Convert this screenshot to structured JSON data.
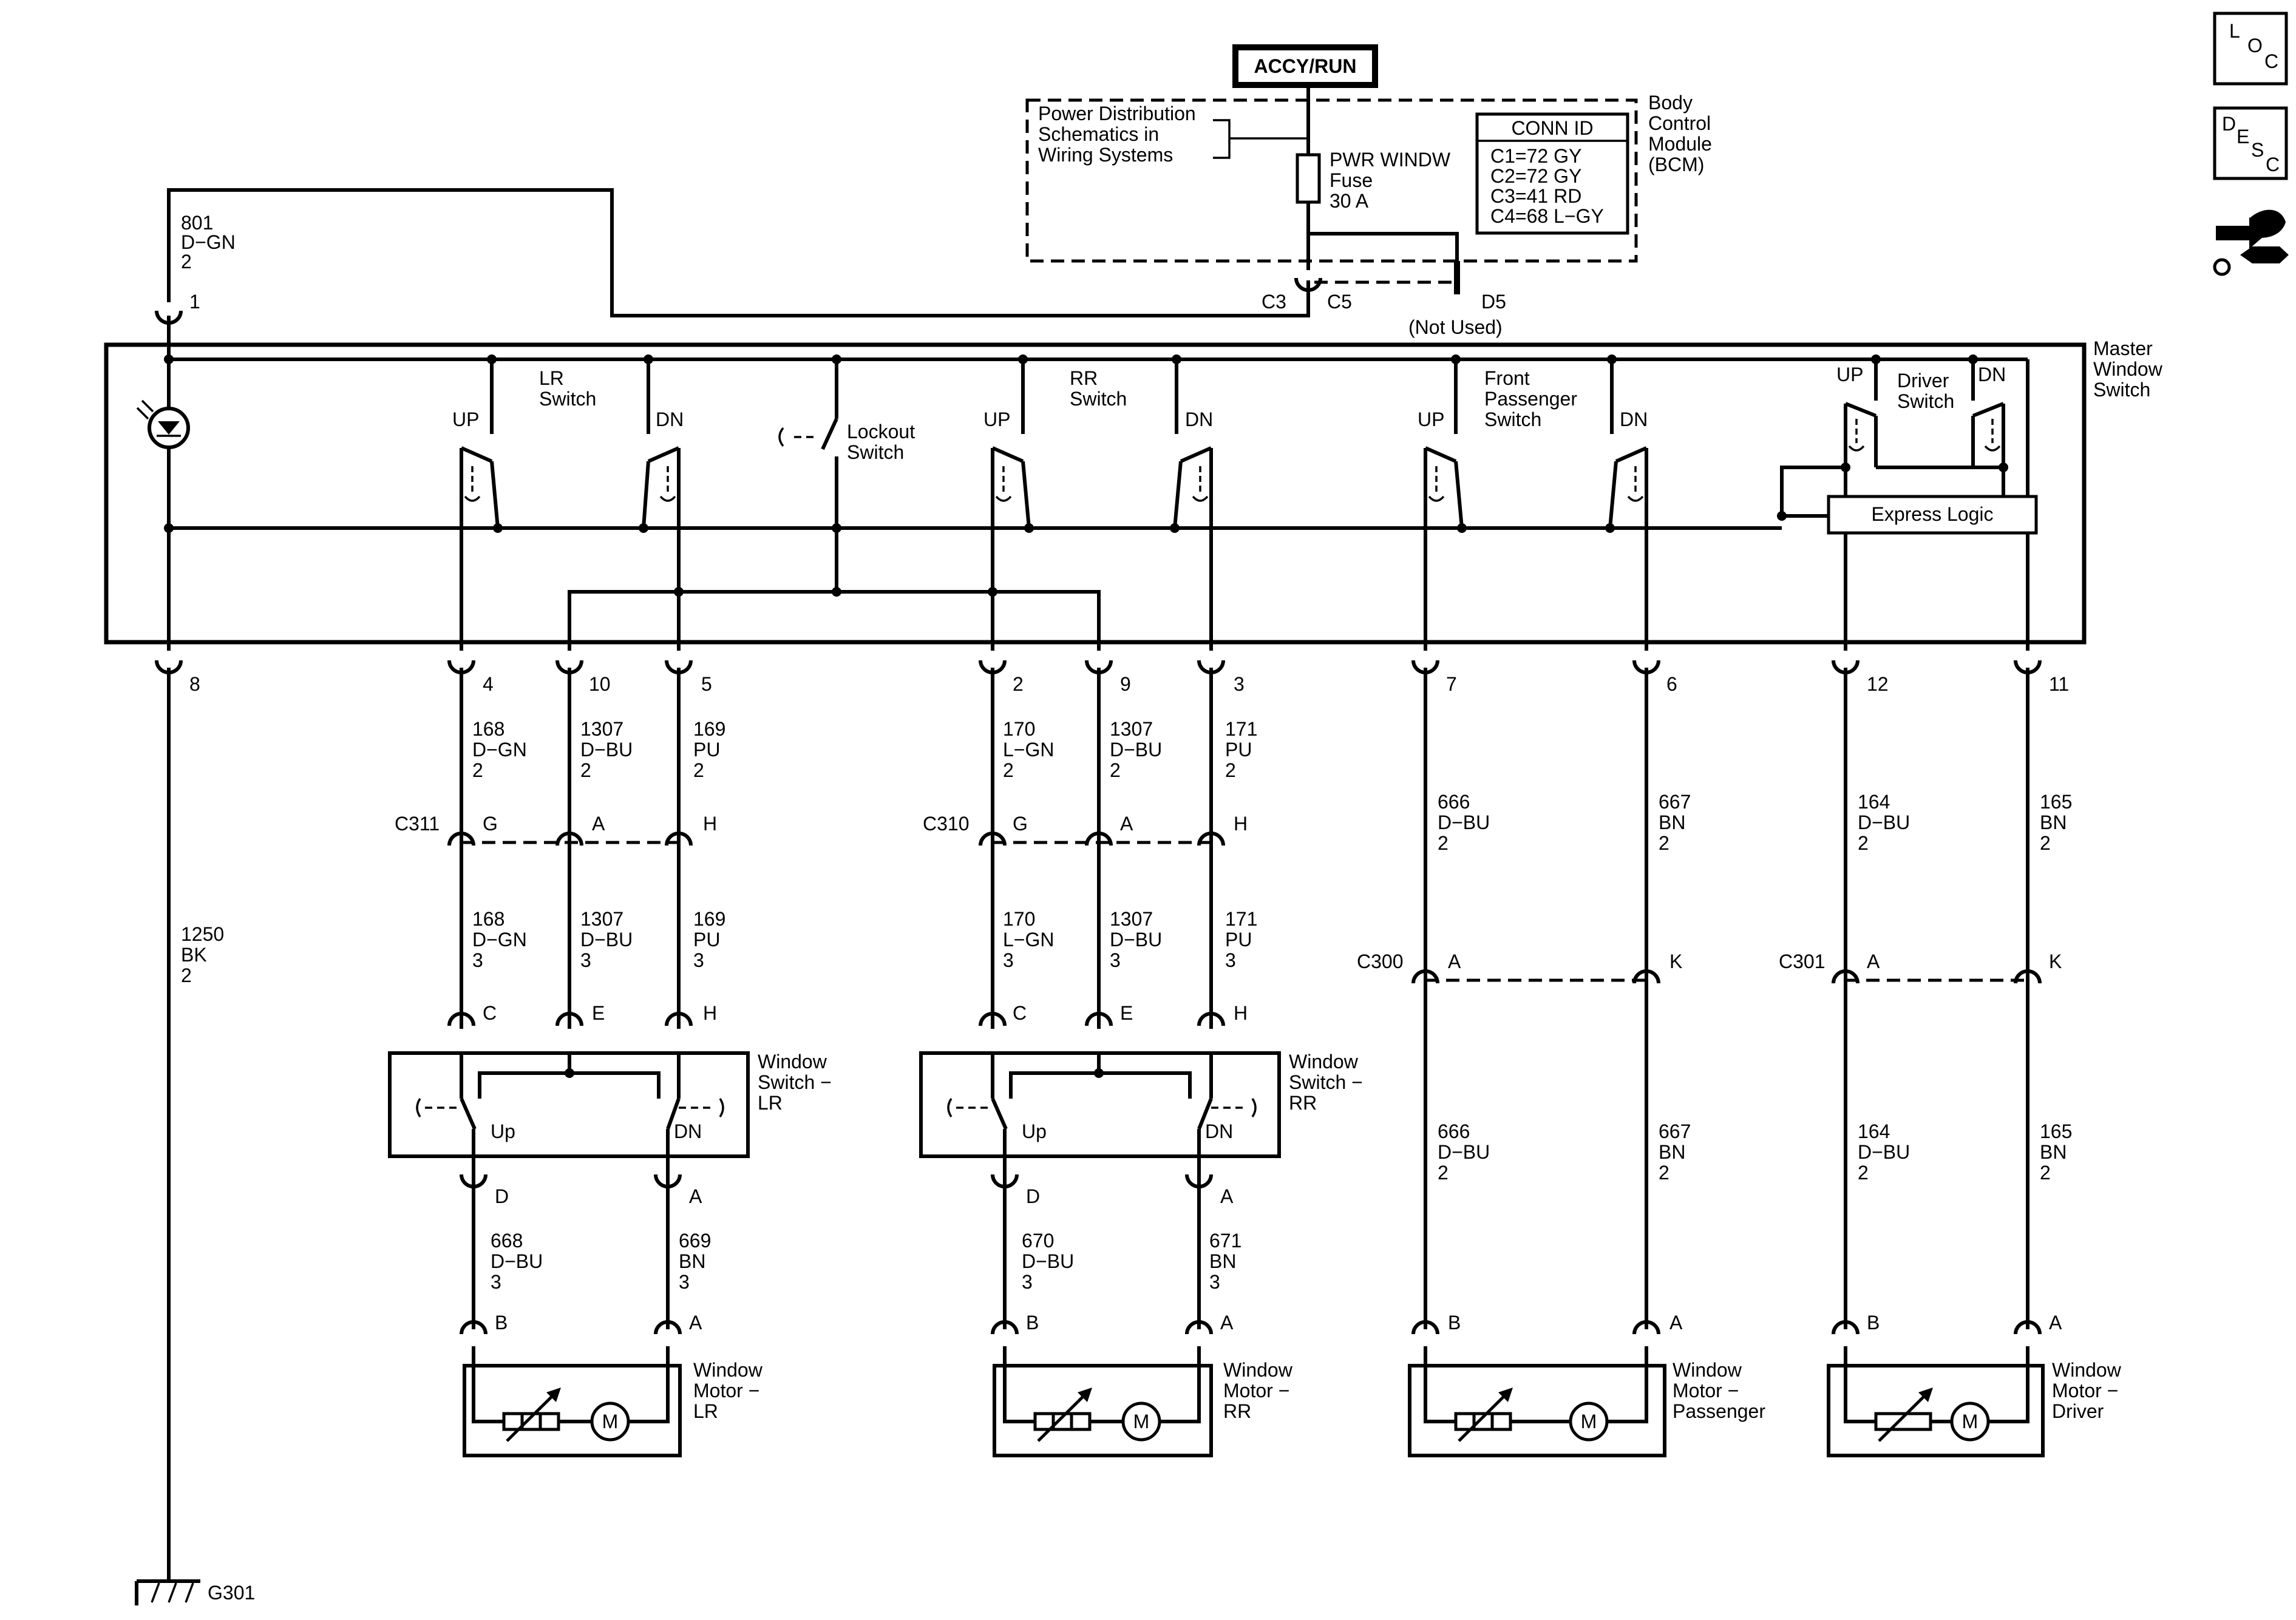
{
  "power": {
    "accy_run": "ACCY/RUN"
  },
  "bcm": {
    "pds_lines": [
      "Power Distribution",
      "Schematics in",
      "Wiring Systems"
    ],
    "fuse_lines": [
      "PWR WINDW",
      "Fuse",
      "30 A"
    ],
    "conn_id_title": "CONN ID",
    "conn_ids": [
      "C1=72 GY",
      "C2=72 GY",
      "C3=41 RD",
      "C4=68 L−GY"
    ],
    "module_lines": [
      "Body",
      "Control",
      "Module",
      "(BCM)"
    ],
    "c3": "C3",
    "c5": "C5",
    "d5": "D5",
    "not_used": "(Not Used)"
  },
  "feed_wire": {
    "lines": [
      "801",
      "D−GN",
      "2"
    ],
    "pin": "1"
  },
  "master": {
    "title_lines": [
      "Master",
      "Window",
      "Switch"
    ],
    "lr_switch": [
      "LR",
      "Switch"
    ],
    "rr_switch": [
      "RR",
      "Switch"
    ],
    "front_switch": [
      "Front",
      "Passenger",
      "Switch"
    ],
    "driver_switch": [
      "Driver",
      "Switch"
    ],
    "lockout": [
      "Lockout",
      "Switch"
    ],
    "up": "UP",
    "dn": "DN",
    "express_logic": "Express Logic",
    "pins": [
      "8",
      "4",
      "10",
      "5",
      "2",
      "9",
      "3",
      "7",
      "6",
      "12",
      "11"
    ]
  },
  "wires_upper": [
    {
      "id": "168",
      "color": "D−GN",
      "size": "2"
    },
    {
      "id": "1307",
      "color": "D−BU",
      "size": "2"
    },
    {
      "id": "169",
      "color": "PU",
      "size": "2"
    },
    {
      "id": "170",
      "color": "L−GN",
      "size": "2"
    },
    {
      "id": "1307",
      "color": "D−BU",
      "size": "2"
    },
    {
      "id": "171",
      "color": "PU",
      "size": "2"
    },
    {
      "id": "666",
      "color": "D−BU",
      "size": "2"
    },
    {
      "id": "667",
      "color": "BN",
      "size": "2"
    },
    {
      "id": "164",
      "color": "D−BU",
      "size": "2"
    },
    {
      "id": "165",
      "color": "BN",
      "size": "2"
    }
  ],
  "wires_mid": [
    {
      "id": "168",
      "color": "D−GN",
      "size": "3"
    },
    {
      "id": "1307",
      "color": "D−BU",
      "size": "3"
    },
    {
      "id": "169",
      "color": "PU",
      "size": "3"
    },
    {
      "id": "170",
      "color": "L−GN",
      "size": "3"
    },
    {
      "id": "1307",
      "color": "D−BU",
      "size": "3"
    },
    {
      "id": "171",
      "color": "PU",
      "size": "3"
    },
    {
      "id": "666",
      "color": "D−BU",
      "size": "2"
    },
    {
      "id": "667",
      "color": "BN",
      "size": "2"
    },
    {
      "id": "164",
      "color": "D−BU",
      "size": "2"
    },
    {
      "id": "165",
      "color": "BN",
      "size": "2"
    }
  ],
  "wires_lower": [
    {
      "id": "668",
      "color": "D−BU",
      "size": "3"
    },
    {
      "id": "669",
      "color": "BN",
      "size": "3"
    },
    {
      "id": "670",
      "color": "D−BU",
      "size": "3"
    },
    {
      "id": "671",
      "color": "BN",
      "size": "3"
    }
  ],
  "ground_wire": {
    "id": "1250",
    "color": "BK",
    "size": "2"
  },
  "ground": "G301",
  "connectors": {
    "c311": "C311",
    "c310": "C310",
    "c300": "C300",
    "c301": "C301"
  },
  "cavities": {
    "g": "G",
    "a": "A",
    "h": "H",
    "c": "C",
    "e": "E",
    "d": "D",
    "b": "B",
    "k": "K"
  },
  "window_switch_lr": [
    "Window",
    "Switch −",
    "LR"
  ],
  "window_switch_rr": [
    "Window",
    "Switch −",
    "RR"
  ],
  "ws_up": "Up",
  "ws_dn": "DN",
  "motors": {
    "lr": [
      "Window",
      "Motor −",
      "LR"
    ],
    "rr": [
      "Window",
      "Motor −",
      "RR"
    ],
    "passenger": [
      "Window",
      "Motor −",
      "Passenger"
    ],
    "driver": [
      "Window",
      "Motor −",
      "Driver"
    ],
    "m": "M"
  },
  "side_icons": {
    "loc": [
      "L",
      "O",
      "C"
    ],
    "desc": [
      "D",
      "E",
      "S",
      "C"
    ],
    "tool_icon": "connector-wrench-icon"
  }
}
